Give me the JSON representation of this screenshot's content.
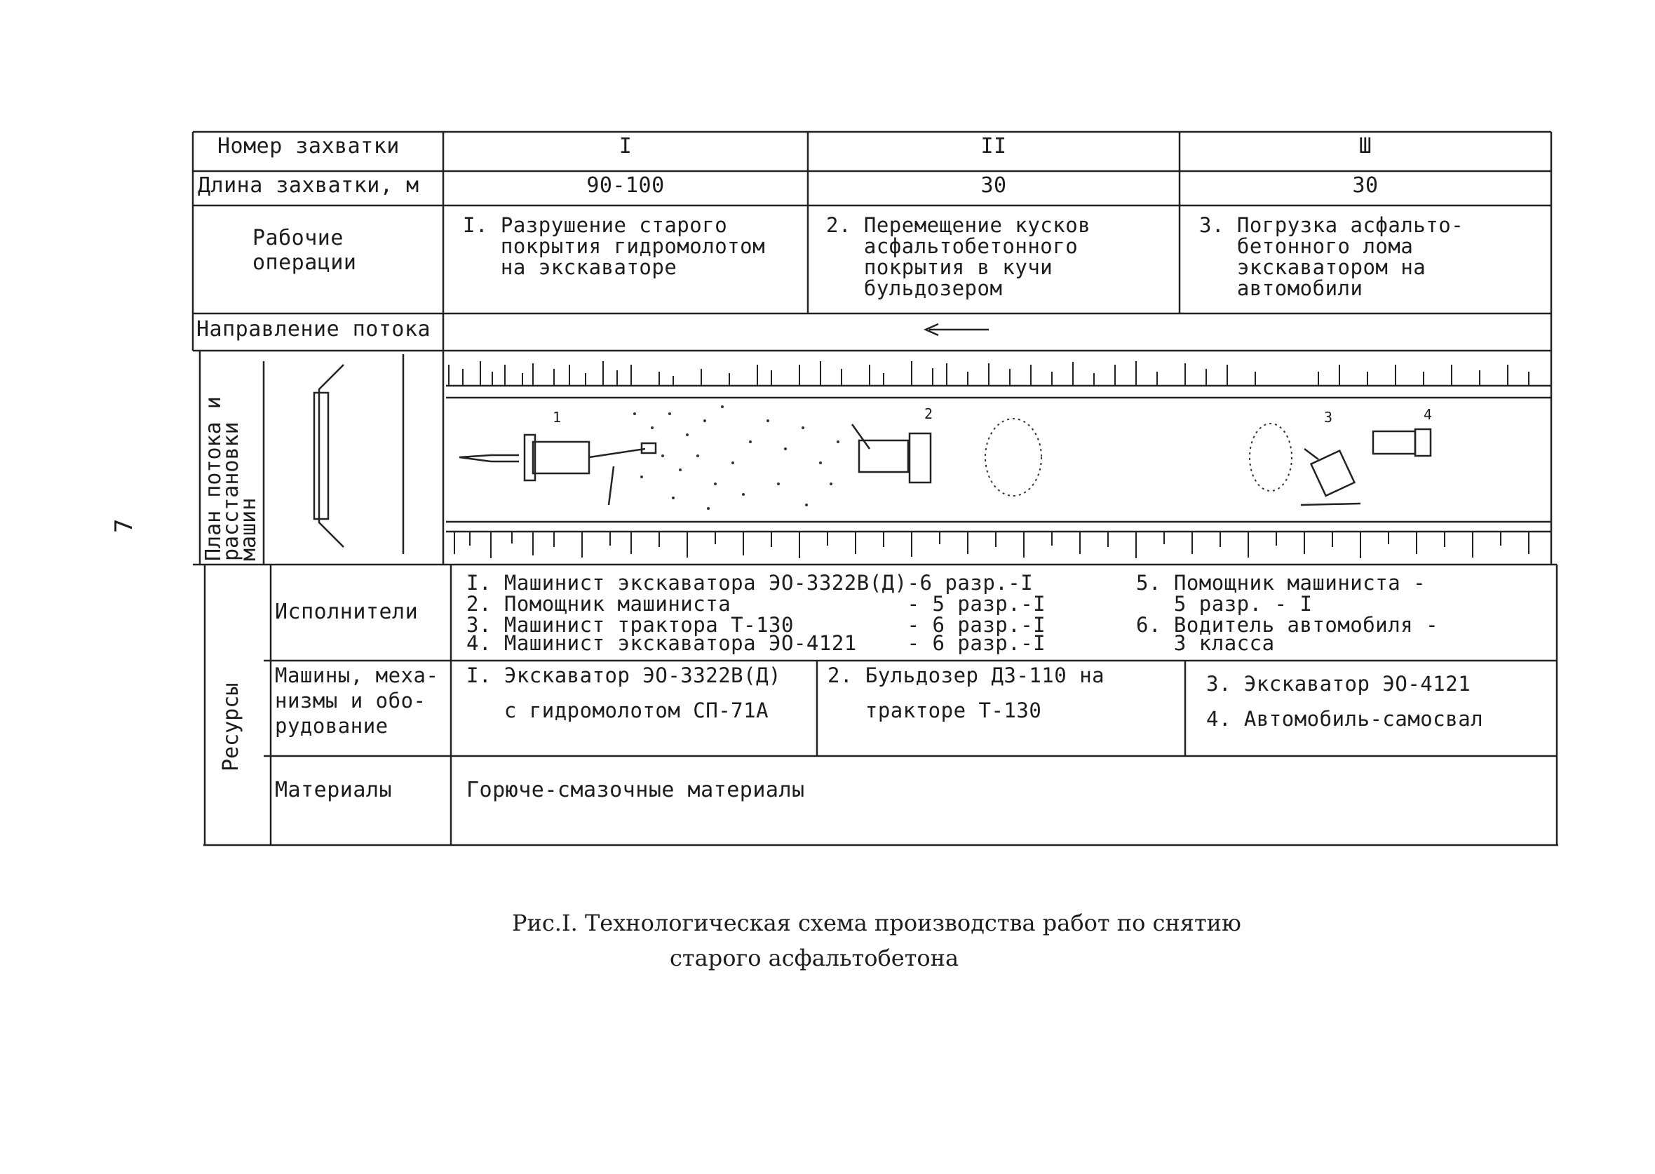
{
  "page_number": "7",
  "rows": {
    "capture_no_label": "Номер захватки",
    "capture_len_label": "Длина захватки, м",
    "operations_label_1": "Рабочие",
    "operations_label_2": "операции",
    "flow_label": "Направление потока",
    "plan_label_1": "План потока и",
    "plan_label_2": "расстановки",
    "plan_label_3": "машин",
    "resources_label": "Ресурсы",
    "executors_label": "Исполнители",
    "machines_label_1": "Машины, меха-",
    "machines_label_2": "низмы и обо-",
    "machines_label_3": "рудование",
    "materials_label": "Материалы"
  },
  "captures": [
    {
      "number": "I",
      "length": "90-100",
      "op": [
        "I. Разрушение старого",
        "   покрытия гидромолотом",
        "   на экскаваторе"
      ]
    },
    {
      "number": "II",
      "length": "30",
      "op": [
        "2. Перемещение кусков",
        "   асфальтобетонного",
        "   покрытия в кучи",
        "   бульдозером"
      ]
    },
    {
      "number": "Ш",
      "length": "30",
      "op": [
        "3. Погрузка асфальто-",
        "   бетонного лома",
        "   экскаватором на",
        "   автомобили"
      ]
    }
  ],
  "machine_marks": [
    "1",
    "2",
    "3",
    "4"
  ],
  "executors": {
    "left": [
      "I. Машинист экскаватора ЭО-3322В(Д)-6 разр.-I",
      "2. Помощник машиниста              - 5 разр.-I",
      "3. Машинист трактора Т-130         - 6 разр.-I",
      "4. Машинист экскаватора ЭО-4121    - 6 разр.-I"
    ],
    "right": [
      "5. Помощник машиниста -",
      "   5 разр. - I",
      "6. Водитель автомобиля -",
      "   3 класса"
    ]
  },
  "machines": [
    [
      "I. Экскаватор ЭО-3322В(Д)",
      "   с гидромолотом СП-71А"
    ],
    [
      "2. Бульдозер ДЗ-110 на",
      "   тракторе Т-130"
    ],
    [
      "3. Экскаватор ЭО-4121",
      "4. Автомобиль-самосвал"
    ]
  ],
  "materials": "Горюче-смазочные материалы",
  "caption": {
    "line1": "Рис.I. Технологическая схема производства работ по снятию",
    "line2": "старого асфальтобетона"
  }
}
